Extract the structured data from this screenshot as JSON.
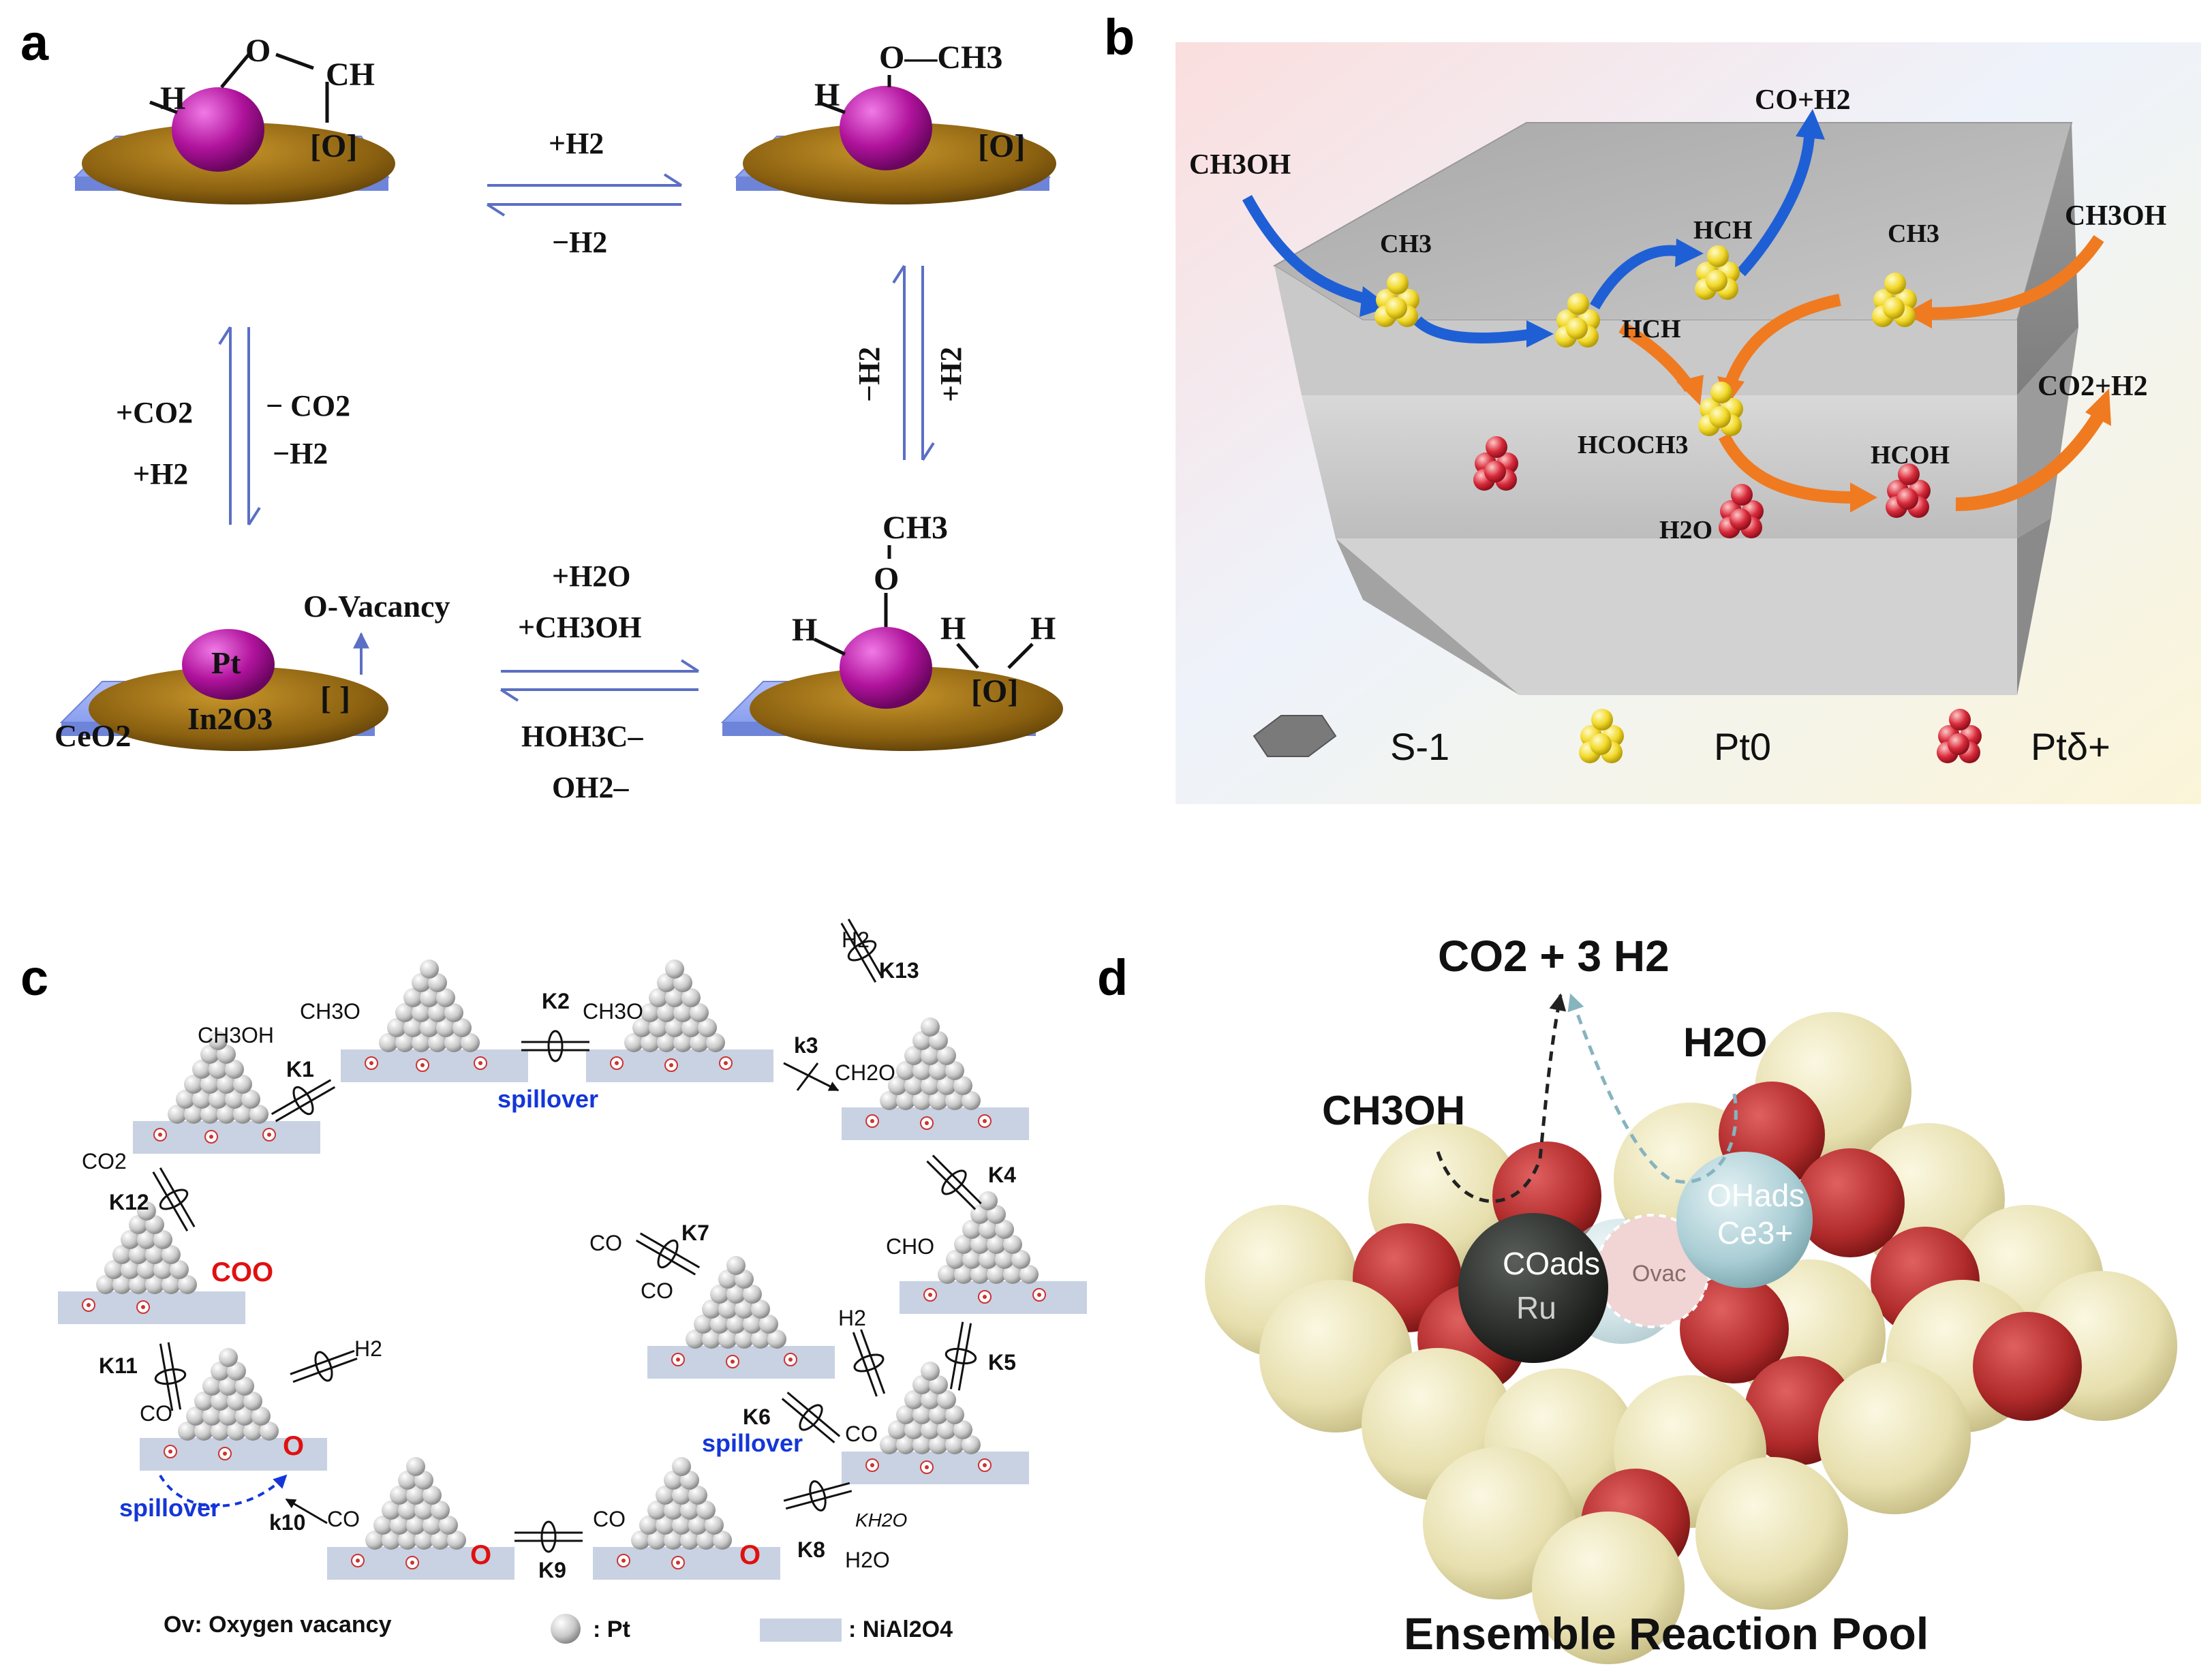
{
  "panels": {
    "a": {
      "letter": "a",
      "top_left": {
        "H": "H",
        "O": "O",
        "CH": "CH",
        "vac": "[O]"
      },
      "top_right": {
        "H": "H",
        "OCH3": "O—CH3",
        "vac": "[O]"
      },
      "bottom_left": {
        "Pt": "Pt",
        "In2O3": "In2O3",
        "CeO2": "CeO2",
        "ovac_label": "O-Vacancy",
        "vac": "[ ]"
      },
      "bottom_right": {
        "CH3": "CH3",
        "O": "O",
        "H1": "H",
        "H2": "H",
        "H3": "H",
        "vac": "[O]"
      },
      "arrows": {
        "top_fwd": "+H2",
        "top_rev": "−H2",
        "left_up_1": "+CO2",
        "left_up_2": "+H2",
        "left_down_1": "− CO2",
        "left_down_2": "−H2",
        "right_1": "−H2",
        "right_2": "+H2",
        "bottom_fwd_1": "+H2O",
        "bottom_fwd_2": "+CH3OH",
        "bottom_rev_1": "HOH3C–",
        "bottom_rev_2": "OH2–"
      }
    },
    "b": {
      "letter": "b",
      "labels": {
        "ch3oh_left": "CH3OH",
        "ch3oh_right": "CH3OH",
        "co_h2": "CO+H2",
        "co2_h2": "CO2+H2",
        "h2o": "H2O",
        "methoxy_left": "CH3",
        "methoxy_right": "CH3",
        "hcho_1": "HCH",
        "hcho_2": "HCH",
        "hcooch3": "HCOCH3",
        "hcooh": "HCOH"
      },
      "legend": [
        {
          "label": "S-1",
          "icon": "hexagon-prism-icon"
        },
        {
          "label": "Pt0",
          "icon": "yellow-cluster-icon"
        },
        {
          "label": "Ptδ+",
          "icon": "red-cluster-icon"
        }
      ],
      "colors": {
        "blue_arrow": "#1f5fd6",
        "orange_arrow": "#f07a20",
        "pt0": "#f4e040",
        "ptd": "#d82a3a"
      }
    },
    "c": {
      "letter": "c",
      "labels": {
        "ch3oh": "CH3OH",
        "k1": "K1",
        "ch3o_1": "CH3O",
        "k2": "K2",
        "ch3o_2": "CH3O",
        "h2_top": "H2",
        "k13": "K13",
        "k3": "k3",
        "ch2o": "CH2O",
        "k4": "K4",
        "cho": "CHO",
        "k5": "K5",
        "k6": "K6",
        "spillover_top": "spillover",
        "spillover_mid": "spillover",
        "spillover_bottom": "spillover",
        "co": "CO",
        "k7": "K7",
        "k8": "K8",
        "kh2o": "KH2O",
        "h2o": "H2O",
        "k9": "K9",
        "k10": "k10",
        "k11": "K11",
        "k12": "K12",
        "co2": "CO2",
        "h2": "H2",
        "coo": "COO"
      },
      "legend": {
        "ov": "Ov: Oxygen vacancy",
        "pt": ": Pt",
        "support": ": NiAl2O4"
      }
    },
    "d": {
      "letter": "d",
      "labels": {
        "product": "CO2 + 3 H2",
        "h2o": "H2O",
        "ch3oh": "CH3OH",
        "co_ads": "COads",
        "ru": "Ru",
        "ovac": "Ovac",
        "oh_ads": "OHads",
        "ce3": "Ce3+",
        "caption": "Ensemble Reaction Pool"
      },
      "colors": {
        "cream": "#ece5b8",
        "red": "#b02a2a",
        "ru": "#2a2d2a",
        "ce": "#a9cdd4",
        "ovac": "#f1d4d4"
      }
    }
  }
}
